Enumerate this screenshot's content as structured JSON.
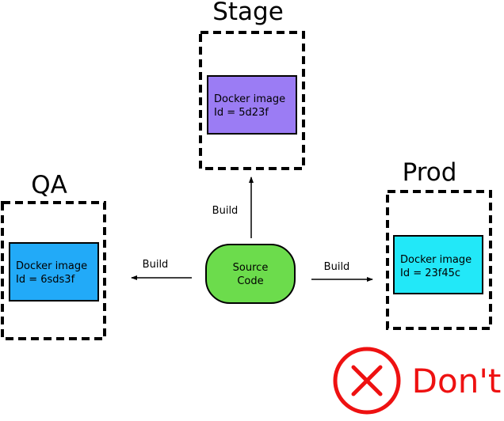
{
  "diagram": {
    "source": {
      "line1": "Source",
      "line2": "Code",
      "fill": "#6cdc4c"
    },
    "environments": {
      "stage": {
        "title": "Stage",
        "image_line1": "Docker image",
        "image_line2": "Id = 5d23f",
        "fill": "#9b7cf4"
      },
      "qa": {
        "title": "QA",
        "image_line1": "Docker image",
        "image_line2": "Id = 6sds3f",
        "fill": "#22aaf8"
      },
      "prod": {
        "title": "Prod",
        "image_line1": "Docker image",
        "image_line2": "Id = 23f45c",
        "fill": "#22e8f8"
      }
    },
    "build_labels": {
      "up": "Build",
      "left": "Build",
      "right": "Build"
    },
    "verdict": {
      "text": "Don't",
      "icon": "x-circle-icon",
      "color": "#ee1111"
    }
  }
}
